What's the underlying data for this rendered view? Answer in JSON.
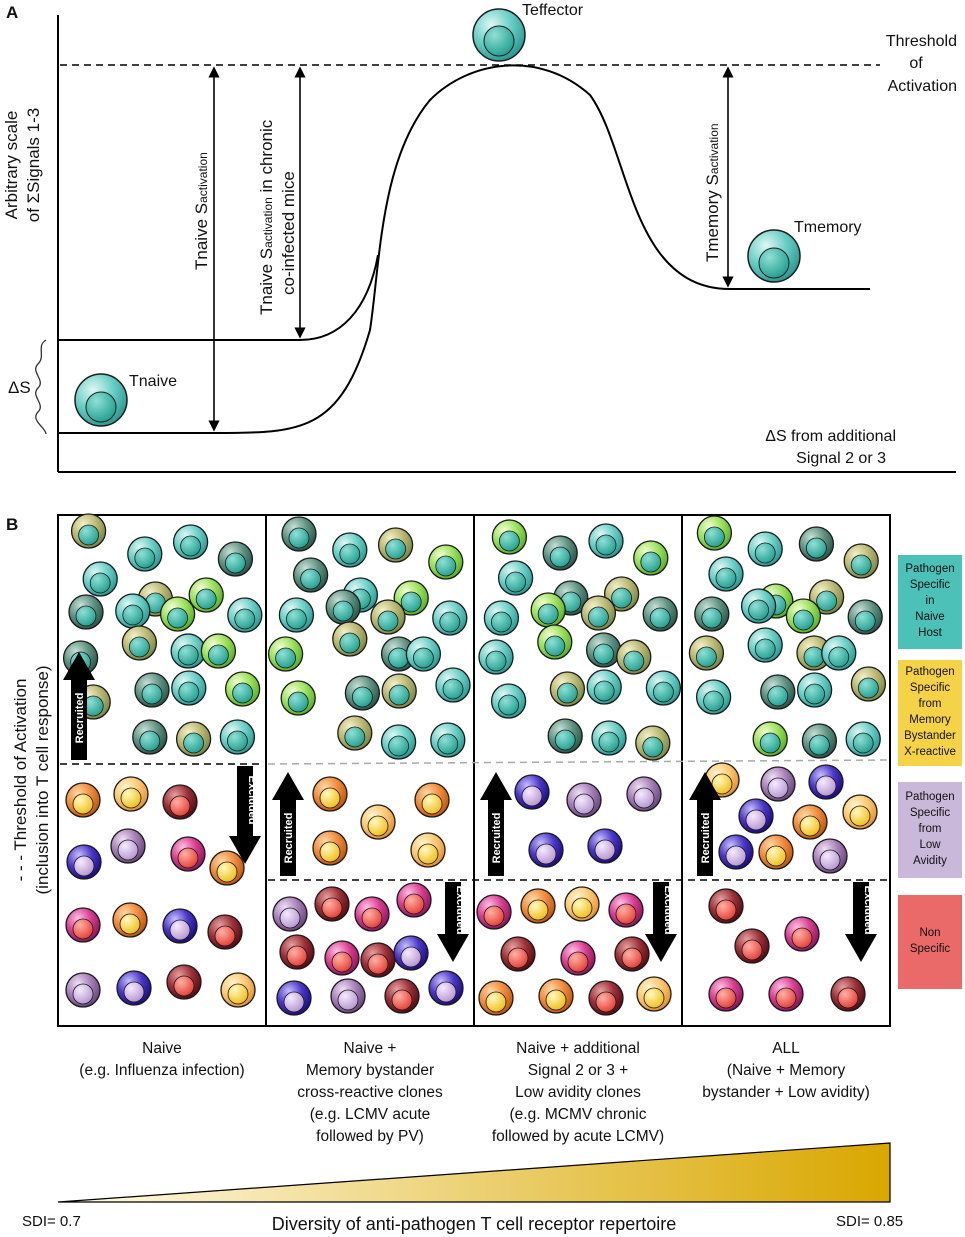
{
  "panel_a": {
    "label": "A",
    "y_axis_line1": "Arbitrary scale",
    "y_axis_line2": "of ΣSignals 1-3",
    "delta_s": "ΔS",
    "teffector": "Teffector",
    "tmemory": "Tmemory",
    "tnaive": "Tnaive",
    "threshold": [
      "Threshold",
      "of",
      "Activation"
    ],
    "tnaive_sact_main": "Tnaive S",
    "tnaive_sact_sub": "activation",
    "chronic_line1_main": "Tnaive S",
    "chronic_line1_sub": "activation",
    "chronic_line1_tail": " in chronic",
    "chronic_line2": "co-infected mice",
    "tmemory_sact_main": "Tmemory S",
    "tmemory_sact_sub": "activation",
    "delta_s_note": [
      "ΔS from additional",
      "Signal 2 or 3"
    ]
  },
  "panel_b": {
    "label": "B",
    "side_line1": "- - - Threshold of Activation",
    "side_line2": "(inclusion into T cell response)",
    "recruited": "Recruited",
    "excluded": "Excluded",
    "legend": [
      {
        "lines": [
          "Pathogen",
          "Specific",
          "in",
          "Naive",
          "Host"
        ],
        "color": "#4cc1b8"
      },
      {
        "lines": [
          "Pathogen",
          "Specific",
          "from",
          "Memory",
          "Bystander",
          "X-reactive"
        ],
        "color": "#f6d346"
      },
      {
        "lines": [
          "Pathogen",
          "Specific",
          "from",
          "Low",
          "Avidity"
        ],
        "color": "#c9b8d9"
      },
      {
        "lines": [
          "Non",
          "Specific"
        ],
        "color": "#ea6a6a"
      }
    ],
    "captions": [
      [
        "Naive",
        "(e.g. Influenza infection)"
      ],
      [
        "Naive +",
        "Memory bystander",
        "cross-reactive clones",
        "(e.g. LCMV acute",
        "followed by PV)"
      ],
      [
        "Naive + additional",
        "Signal 2 or 3 +",
        "Low avidity clones",
        "(e.g.  MCMV  chronic",
        "followed by acute LCMV)"
      ],
      [
        "ALL",
        "(Naive + Memory",
        "bystander + Low avidity)"
      ]
    ],
    "sdi_left": "SDI= 0.7",
    "sdi_right": "SDI= 0.85",
    "diversity_label": "Diversity of anti-pathogen T cell receptor repertoire"
  }
}
